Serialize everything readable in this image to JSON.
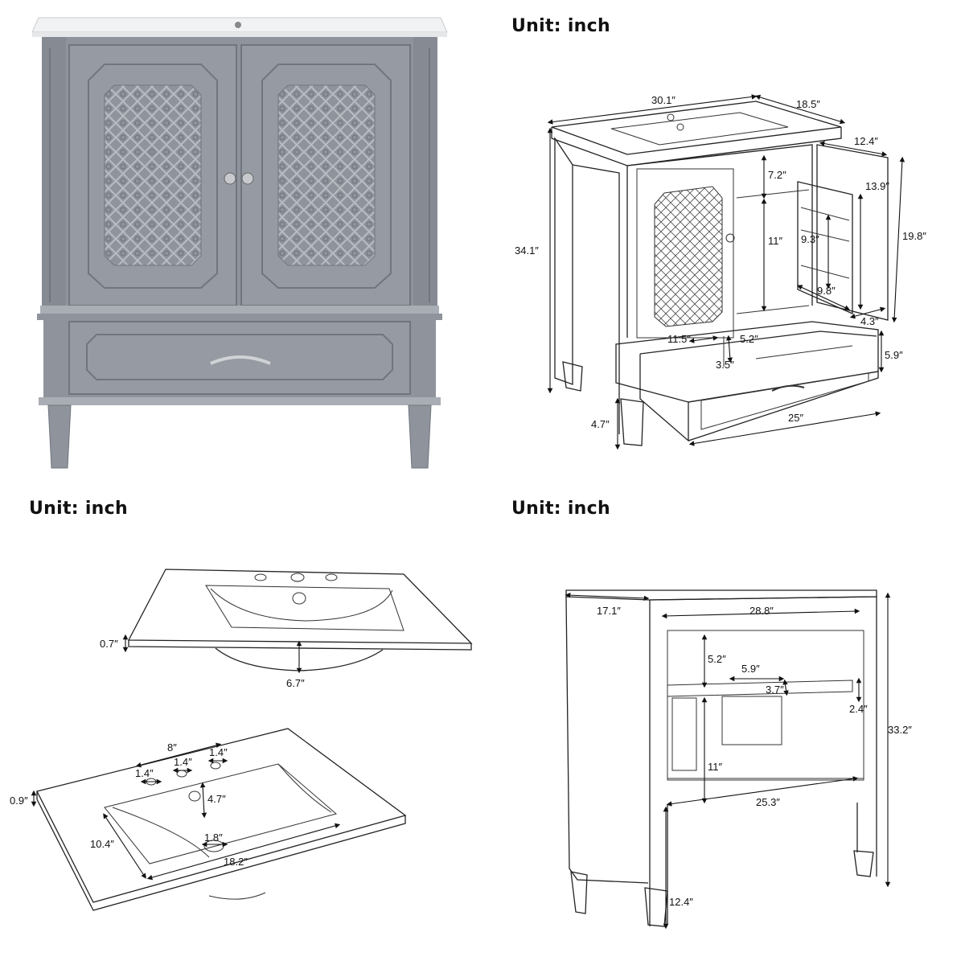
{
  "unit_label": "Unit: inch",
  "colors": {
    "cabinet": "#8e939c",
    "cabinet_dark": "#70757e",
    "cabinet_light": "#a9adb4",
    "top": "#f1f2f3"
  },
  "view_main": {
    "width": "30.1″",
    "depth": "18.5″",
    "height": "34.1″",
    "door_width": "12.4″",
    "door_height": "19.8″",
    "shelf_gap": "7.2″",
    "inner_height": "11″",
    "rack_height": "13.9″",
    "rack_inner": "9.3″",
    "rack_width": "9.8″",
    "rack_depth": "4.3″",
    "drawer_depth": "11.5″",
    "drawer_divider": "5.2″",
    "drawer_inner_h": "3.5″",
    "drawer_height": "5.9″",
    "drawer_width": "25″",
    "leg_height": "4.7″"
  },
  "view_sink": {
    "top_thickness": "0.7″",
    "bowl_depth": "6.7″",
    "faucet_span": "8″",
    "hole_spacing_a": "1.4″",
    "hole_spacing_b": "1.4″",
    "hole_spacing_c": "1.4″",
    "edge_thickness": "0.9″",
    "drain_offset": "4.7″",
    "basin_depth": "10.4″",
    "drain_dia": "1.8″",
    "basin_width": "18.2″"
  },
  "view_back": {
    "side_depth": "17.1″",
    "inner_width": "28.8″",
    "upper_gap": "5.2″",
    "shelf_depth": "5.9″",
    "shelf_lip": "3.7″",
    "shelf_height": "2.4″",
    "total_height": "33.2″",
    "lower_height": "11″",
    "opening_width": "25.3″",
    "leg_height": "12.4″"
  }
}
